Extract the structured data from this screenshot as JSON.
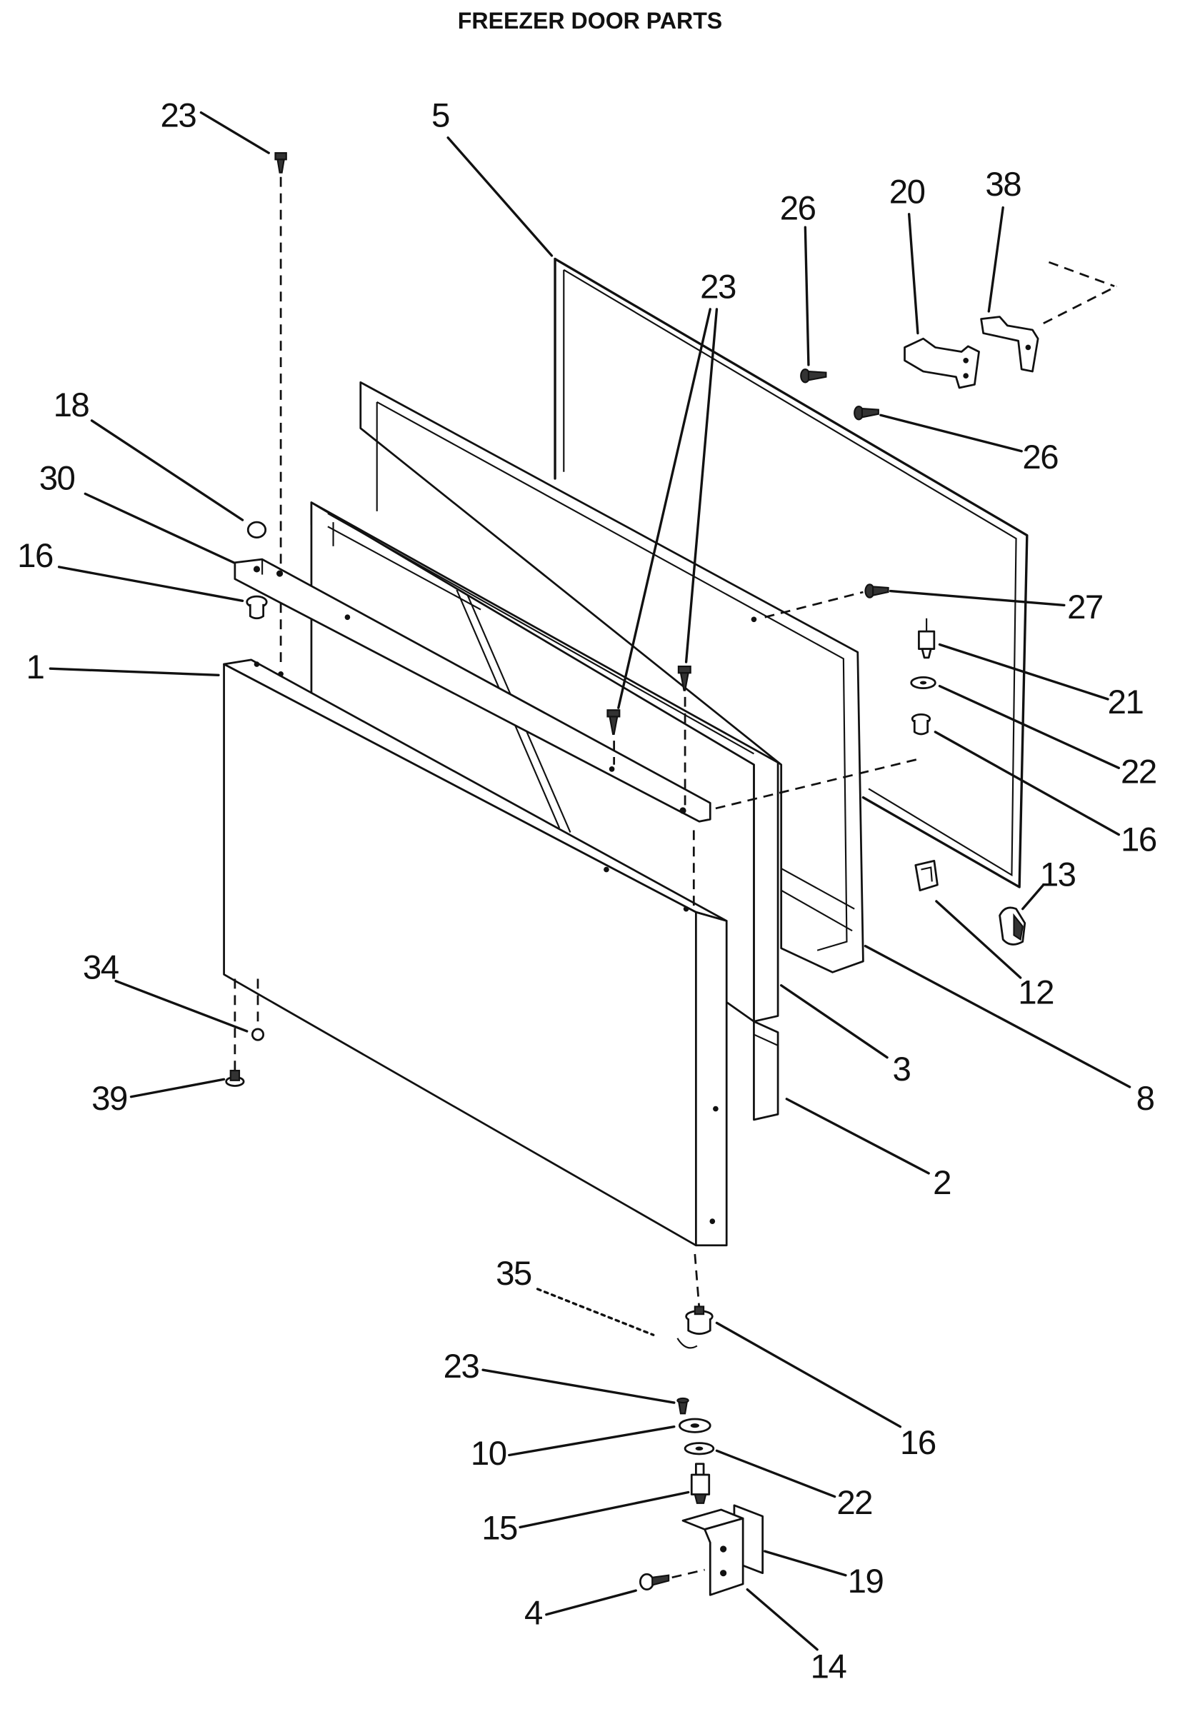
{
  "title": "FREEZER DOOR PARTS",
  "callouts": [
    "23",
    "5",
    "26",
    "20",
    "38",
    "23",
    "18",
    "30",
    "16",
    "26",
    "27",
    "1",
    "21",
    "22",
    "16",
    "13",
    "12",
    "34",
    "39",
    "3",
    "8",
    "2",
    "35",
    "16",
    "23",
    "10",
    "22",
    "15",
    "19",
    "4",
    "14"
  ]
}
